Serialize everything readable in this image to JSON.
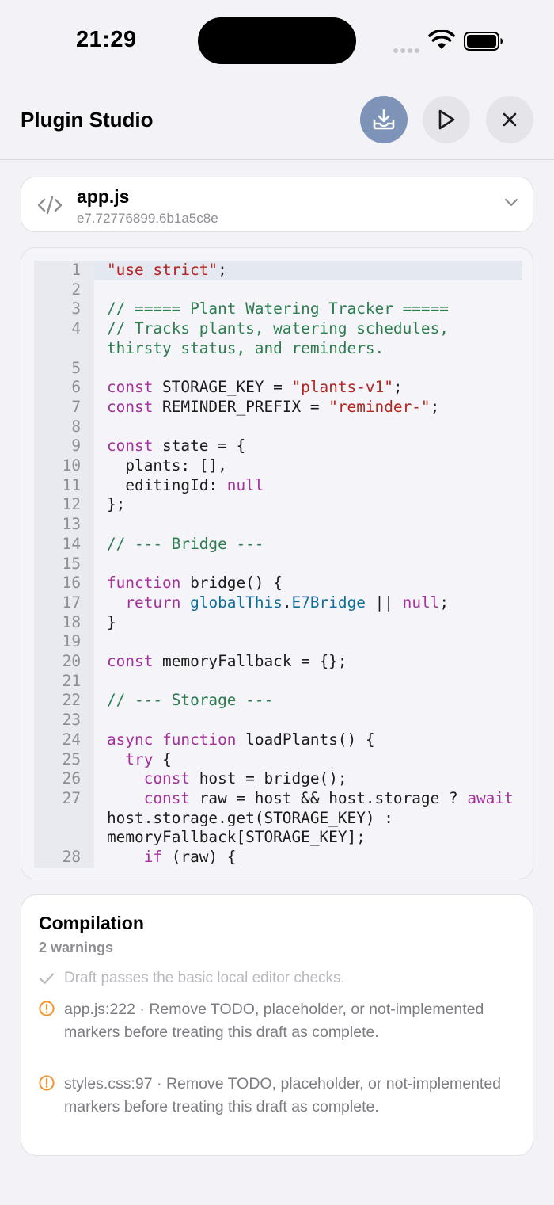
{
  "status": {
    "time": "21:29"
  },
  "header": {
    "title": "Plugin Studio"
  },
  "file": {
    "name": "app.js",
    "hash": "e7.72776899.6b1a5c8e"
  },
  "code": {
    "lines": [
      {
        "n": "1",
        "html": "<span class='t-str'>\"use strict\"</span>;"
      },
      {
        "n": "2",
        "html": ""
      },
      {
        "n": "3",
        "html": "<span class='t-com'>// ===== Plant Watering Tracker =====</span>"
      },
      {
        "n": "4",
        "html": "<span class='t-com'>// Tracks plants, watering schedules, thirsty status, and reminders.</span>"
      },
      {
        "n": "5",
        "html": ""
      },
      {
        "n": "6",
        "html": "<span class='t-kw'>const</span> STORAGE_KEY = <span class='t-str'>\"plants-v1\"</span>;"
      },
      {
        "n": "7",
        "html": "<span class='t-kw'>const</span> REMINDER_PREFIX = <span class='t-str'>\"reminder-\"</span>;"
      },
      {
        "n": "8",
        "html": ""
      },
      {
        "n": "9",
        "html": "<span class='t-kw'>const</span> state = {"
      },
      {
        "n": "10",
        "html": "  plants: [],"
      },
      {
        "n": "11",
        "html": "  editingId: <span class='t-kw'>null</span>"
      },
      {
        "n": "12",
        "html": "};"
      },
      {
        "n": "13",
        "html": ""
      },
      {
        "n": "14",
        "html": "<span class='t-com'>// --- Bridge ---</span>"
      },
      {
        "n": "15",
        "html": ""
      },
      {
        "n": "16",
        "html": "<span class='t-kw'>function</span> bridge() {"
      },
      {
        "n": "17",
        "html": "  <span class='t-kw'>return</span> <span class='t-id'>globalThis</span>.<span class='t-id'>E7Bridge</span> || <span class='t-kw'>null</span>;"
      },
      {
        "n": "18",
        "html": "}"
      },
      {
        "n": "19",
        "html": ""
      },
      {
        "n": "20",
        "html": "<span class='t-kw'>const</span> memoryFallback = {};"
      },
      {
        "n": "21",
        "html": ""
      },
      {
        "n": "22",
        "html": "<span class='t-com'>// --- Storage ---</span>"
      },
      {
        "n": "23",
        "html": ""
      },
      {
        "n": "24",
        "html": "<span class='t-kw'>async</span> <span class='t-kw'>function</span> loadPlants() {"
      },
      {
        "n": "25",
        "html": "  <span class='t-kw'>try</span> {"
      },
      {
        "n": "26",
        "html": "    <span class='t-kw'>const</span> host = bridge();"
      },
      {
        "n": "27",
        "html": "    <span class='t-kw'>const</span> raw = host &amp;&amp; host.storage ? <span class='t-kw'>await</span> host.storage.get(STORAGE_KEY) : memoryFallback[STORAGE_KEY];"
      },
      {
        "n": "28",
        "html": "    <span class='t-kw'>if</span> (raw) {"
      }
    ]
  },
  "compilation": {
    "title": "Compilation",
    "subtitle": "2 warnings",
    "ok_message": "Draft passes the basic local editor checks.",
    "warnings": [
      {
        "text": "app.js:222 · Remove TODO, placeholder, or not-implemented markers before treating this draft as complete."
      },
      {
        "text": "styles.css:97 · Remove TODO, placeholder, or not-implemented markers before treating this draft as complete."
      }
    ]
  },
  "colors": {
    "accent": "#7d94b8",
    "warning": "#f0962e",
    "ok": "#b8b8be"
  }
}
